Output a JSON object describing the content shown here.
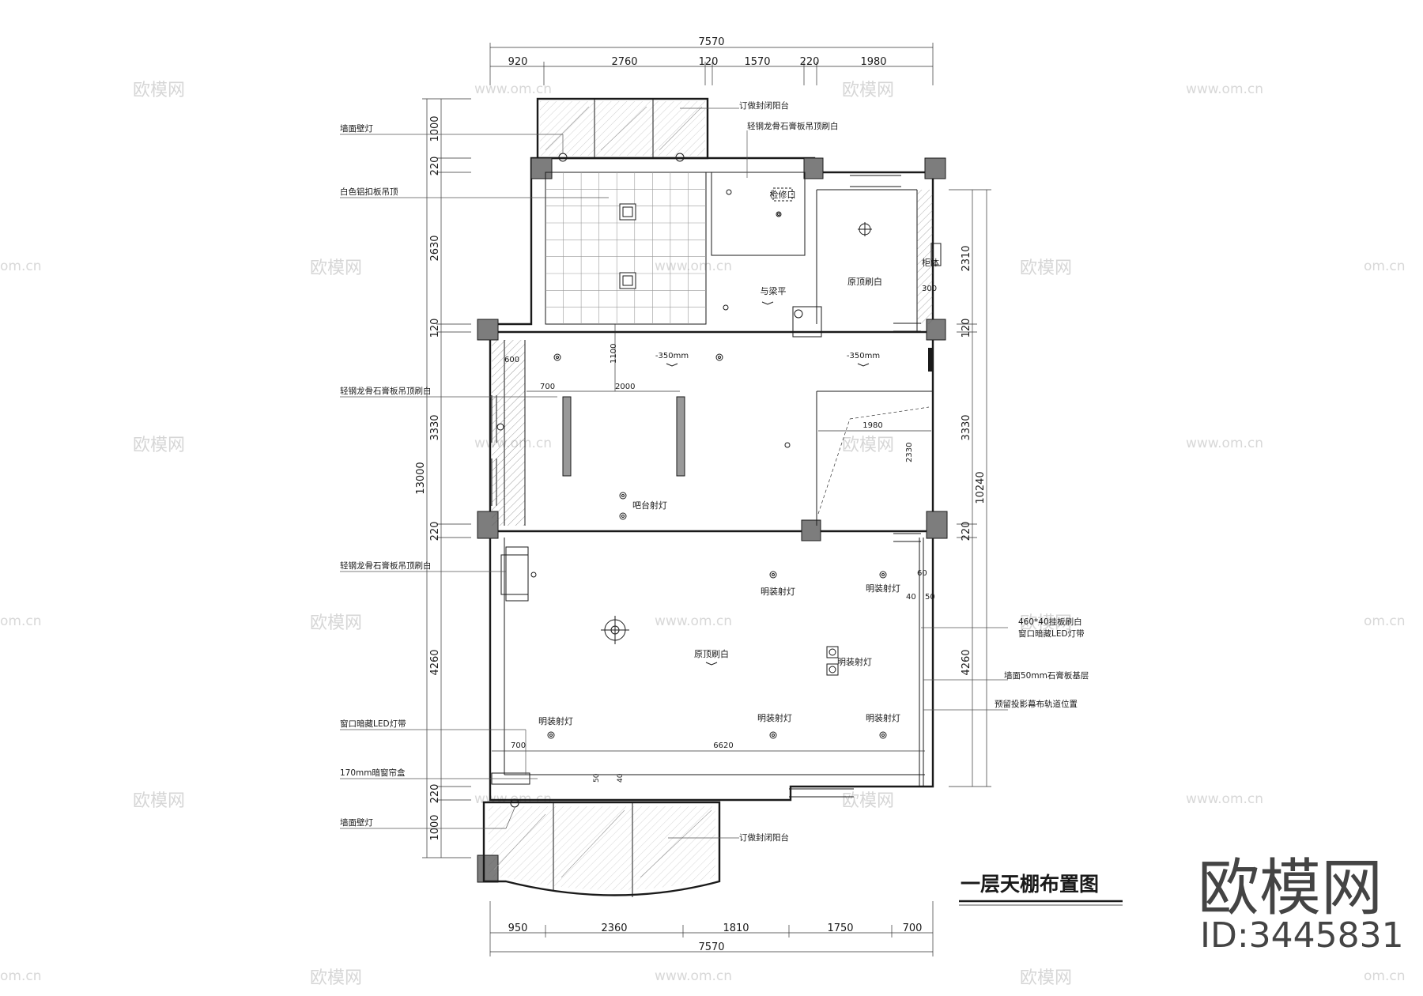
{
  "drawing_title": "一层天棚布置图",
  "logo": {
    "text": "欧模网",
    "id": "ID:3445831"
  },
  "watermark": {
    "text": "欧模网",
    "url": "www.om.cn",
    "url_short": "om.cn"
  },
  "dims": {
    "top_total": "7570",
    "top_segments": [
      "920",
      "2760",
      "120",
      "1570",
      "220",
      "1980"
    ],
    "bottom_total": "7570",
    "bottom_segments": [
      "950",
      "2360",
      "1810",
      "1750",
      "700"
    ],
    "left_total": "13000",
    "left_segments": [
      "1000",
      "220",
      "2630",
      "120",
      "3330",
      "220",
      "4260",
      "220",
      "1000"
    ],
    "right_total": "10240",
    "right_segments": [
      "2310",
      "120",
      "3330",
      "220",
      "4260"
    ],
    "inner": [
      "600",
      "700",
      "2000",
      "1100",
      "-350mm",
      "-350mm",
      "1980",
      "2330",
      "300",
      "60",
      "40",
      "50",
      "700",
      "6620",
      "50",
      "40"
    ]
  },
  "left_notes": [
    "墙面壁灯",
    "白色铝扣板吊顶",
    "轻钢龙骨石膏板吊顶刷白",
    "轻钢龙骨石膏板吊顶刷白",
    "窗口暗藏LED灯带",
    "170mm暗窗帘盒",
    "墙面壁灯"
  ],
  "right_notes": [
    "订做封闭阳台",
    "轻钢龙骨石膏板吊顶刷白",
    "460*40挂板刷白",
    "窗口暗藏LED灯带",
    "墙面50mm石膏板基层",
    "预留投影幕布轨道位置",
    "订做封闭阳台"
  ],
  "room_labels": [
    "检修口",
    "柜体",
    "原顶刷白",
    "与梁平",
    "吧台射灯",
    "明装射灯",
    "明装射灯",
    "原顶刷白",
    "明装射灯",
    "明装射灯",
    "明装射灯",
    "明装射灯"
  ],
  "colors": {
    "line": "#1a1a1a",
    "column_fill": "#7d7d7d",
    "watermark": "#d6d6d6",
    "logo": "#444444"
  }
}
